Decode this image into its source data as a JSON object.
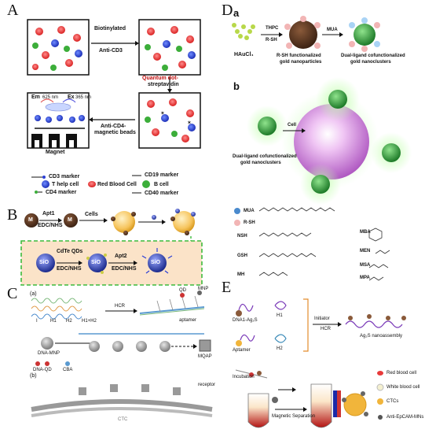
{
  "panels": {
    "A": {
      "letter": "A",
      "step1": "Biotinylated\nAnti-CD3",
      "step1_l1": "Biotinylated",
      "step1_l2": "Anti-CD3",
      "step2_l1": "Quantum dot-",
      "step2_l2": "streptavidin",
      "step3_l1": "Anti-CD4-",
      "step3_l2": "magnetic beads",
      "em": "Em",
      "ex": "Ex",
      "em_nm": "625 nm",
      "ex_nm": "365 nm",
      "magnet": "Magnet",
      "legend": {
        "cd3": "CD3 marker",
        "thelp": "T help cell",
        "cd4": "CD4 marker",
        "rbc": "Red Blood Cell",
        "cd19": "CD19 marker",
        "bcell": "B cell",
        "cd40": "CD40 marker"
      }
    },
    "B": {
      "letter": "B",
      "apt1": "Apt1",
      "edc1": "EDC/NHS",
      "cells": "Cells",
      "m": "M",
      "cdte_l1": "CdTe QDs",
      "edc2": "EDC/NHS",
      "apt2": "Apt2",
      "edc3": "EDC/NHS",
      "sio": "SiO"
    },
    "C": {
      "letter": "C",
      "sub_a": "(a)",
      "sub_b": "(b)",
      "hcr": "HCR",
      "qd": "QD",
      "mnp": "MNP",
      "aptamer": "aptamer",
      "i": "I",
      "h1": "H1",
      "h2": "H2",
      "h1h2": "H1+H2",
      "dnamnp": "DNA-MNP",
      "dnaqd": "DNA-QD",
      "cba": "CBA",
      "mqap": "MQAP",
      "receptor": "receptor",
      "ctc": "CTC"
    },
    "D": {
      "letter": "D",
      "sub_a": "a",
      "sub_b": "b",
      "haucl4": "HAuCl₄",
      "thpc_l1": "THPC",
      "thpc_l2": "R-SH",
      "mua": "MUA",
      "rsh_l1": "R-SH functionalized",
      "rsh_l2": "gold nanoparticles",
      "dual_l1": "Dual-ligand cofunctionalized",
      "dual_l2": "gold nanoclusters",
      "cell": "Cell",
      "dual2_l1": "Dual-ligand cofunctionalized",
      "dual2_l2": "gold nanoclusters",
      "ligands": [
        "MUA",
        "R-SH",
        "NSH",
        "GSH",
        "MH",
        "MBA",
        "MEN",
        "MSA",
        "MPA"
      ]
    },
    "E": {
      "letter": "E",
      "dna_ag": "DNA1-Ag₂S",
      "h1": "H1",
      "aptamer": "Aptamer",
      "h2": "H2",
      "initiator": "Initiator",
      "hcr": "HCR",
      "nano": "Ag₂S nanoassembly",
      "incubation": "Incubation",
      "magsep": "Magnetic Separation",
      "legend": {
        "rbc": "Red blood cell",
        "wbc": "White blood cell",
        "ctcs": "CTCs",
        "anti": "Anti-EpCAM-MNs"
      }
    }
  },
  "colors": {
    "rbc": "#e83a3a",
    "blue_cell": "#2b3fd6",
    "green": "#3cae3a",
    "gold": "#f1b53b",
    "magnet": "#111111",
    "nanocluster": "#2e8b3e",
    "cell_pink": "#c86cc8",
    "dashed_green": "#3dbb3d",
    "b_bg": "#fbe3c8"
  }
}
